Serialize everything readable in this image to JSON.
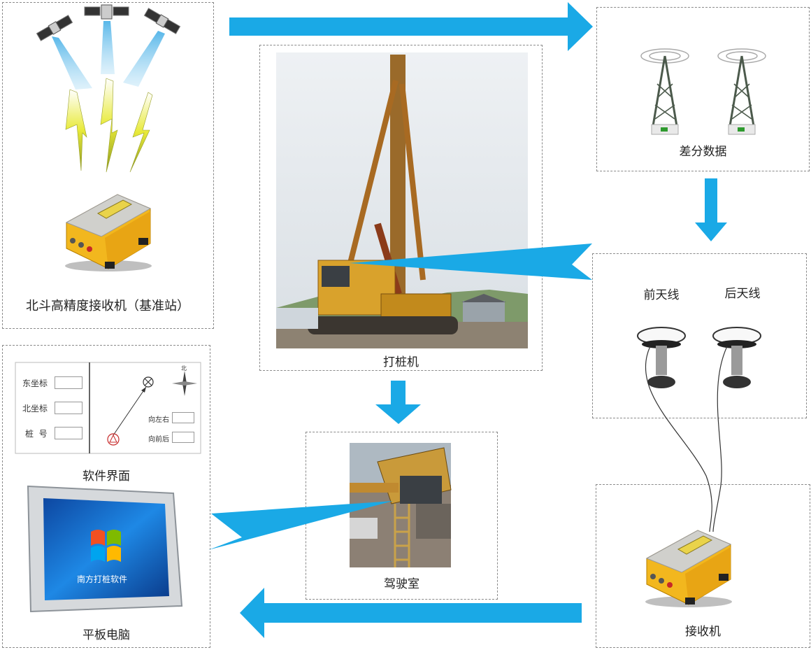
{
  "nodes": {
    "base_station": {
      "label": "北斗高精度接收机（基准站）"
    },
    "differential": {
      "label": "差分数据"
    },
    "pile_driver": {
      "label": "打桩机"
    },
    "antennas": {
      "front_label": "前天线",
      "rear_label": "后天线"
    },
    "cab": {
      "label": "驾驶室"
    },
    "receiver": {
      "label": "接收机"
    },
    "software": {
      "label": "软件界面",
      "east_coord": "东坐标",
      "north_coord": "北坐标",
      "pile_no": "桩  号",
      "left_right": "向左右",
      "front_back": "向前后",
      "north": "北"
    },
    "tablet": {
      "label": "平板电脑",
      "screen_text": "南方打桩软件"
    }
  },
  "colors": {
    "arrow": "#1aa9e6",
    "device_body": "#f2b71e",
    "screen": "#1565c0"
  }
}
